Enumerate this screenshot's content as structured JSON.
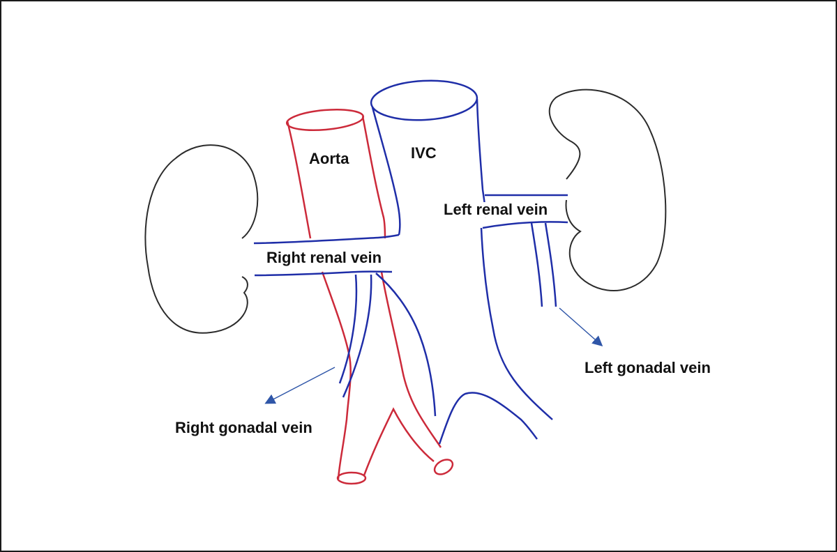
{
  "labels": {
    "aorta": "Aorta",
    "ivc": "IVC",
    "left_renal_vein": "Left renal vein",
    "right_renal_vein": "Right renal vein",
    "left_gonadal_vein": "Left gonadal vein",
    "right_gonadal_vein": "Right gonadal vein"
  },
  "colors": {
    "vein": "#1f2ea8",
    "artery": "#cc2a3a",
    "kidney": "#2b2b2b",
    "arrow": "#2f56a8"
  }
}
